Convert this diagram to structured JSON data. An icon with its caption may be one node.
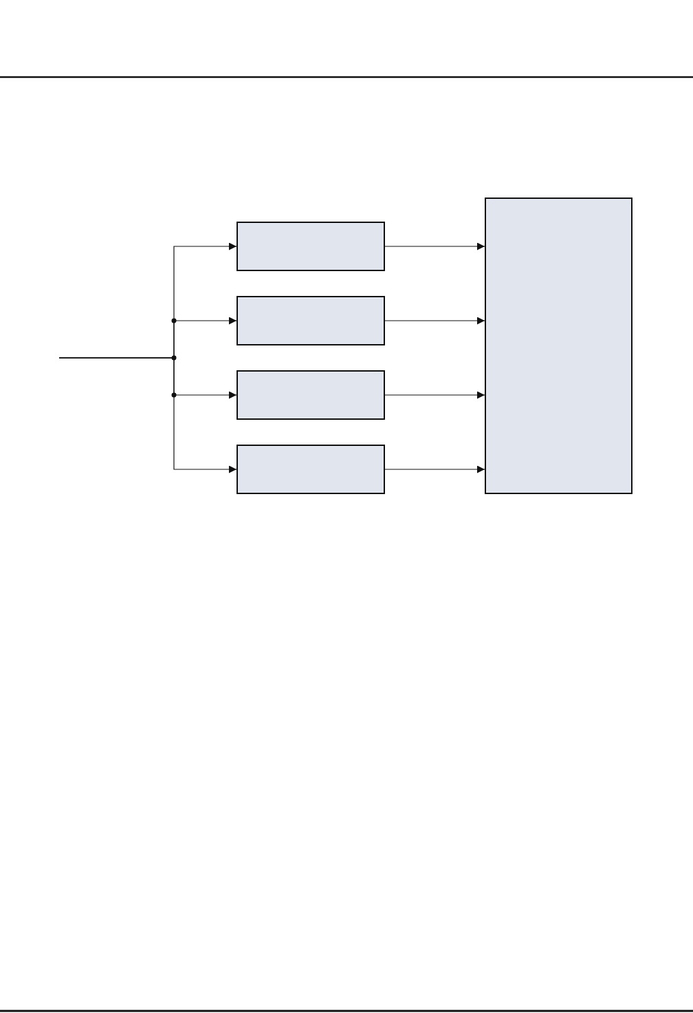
{
  "diagram": {
    "nodes": [
      {
        "text": [],
        "shape": "box"
      },
      {
        "text": [],
        "shape": "box"
      },
      {
        "text": [],
        "shape": "box"
      },
      {
        "text": [],
        "shape": "box"
      },
      {
        "text": [],
        "shape": "box"
      }
    ],
    "edges": [
      {
        "from": null,
        "to": 0,
        "arrow": "to"
      },
      {
        "from": null,
        "to": 1,
        "arrow": "to"
      },
      {
        "from": null,
        "to": 2,
        "arrow": "to"
      },
      {
        "from": null,
        "to": 3,
        "arrow": "to"
      },
      {
        "from": 0,
        "to": 4,
        "arrow": "to"
      },
      {
        "from": 1,
        "to": 4,
        "arrow": "to"
      },
      {
        "from": 2,
        "to": 4,
        "arrow": "to"
      },
      {
        "from": 3,
        "to": 4,
        "arrow": "to"
      }
    ]
  }
}
